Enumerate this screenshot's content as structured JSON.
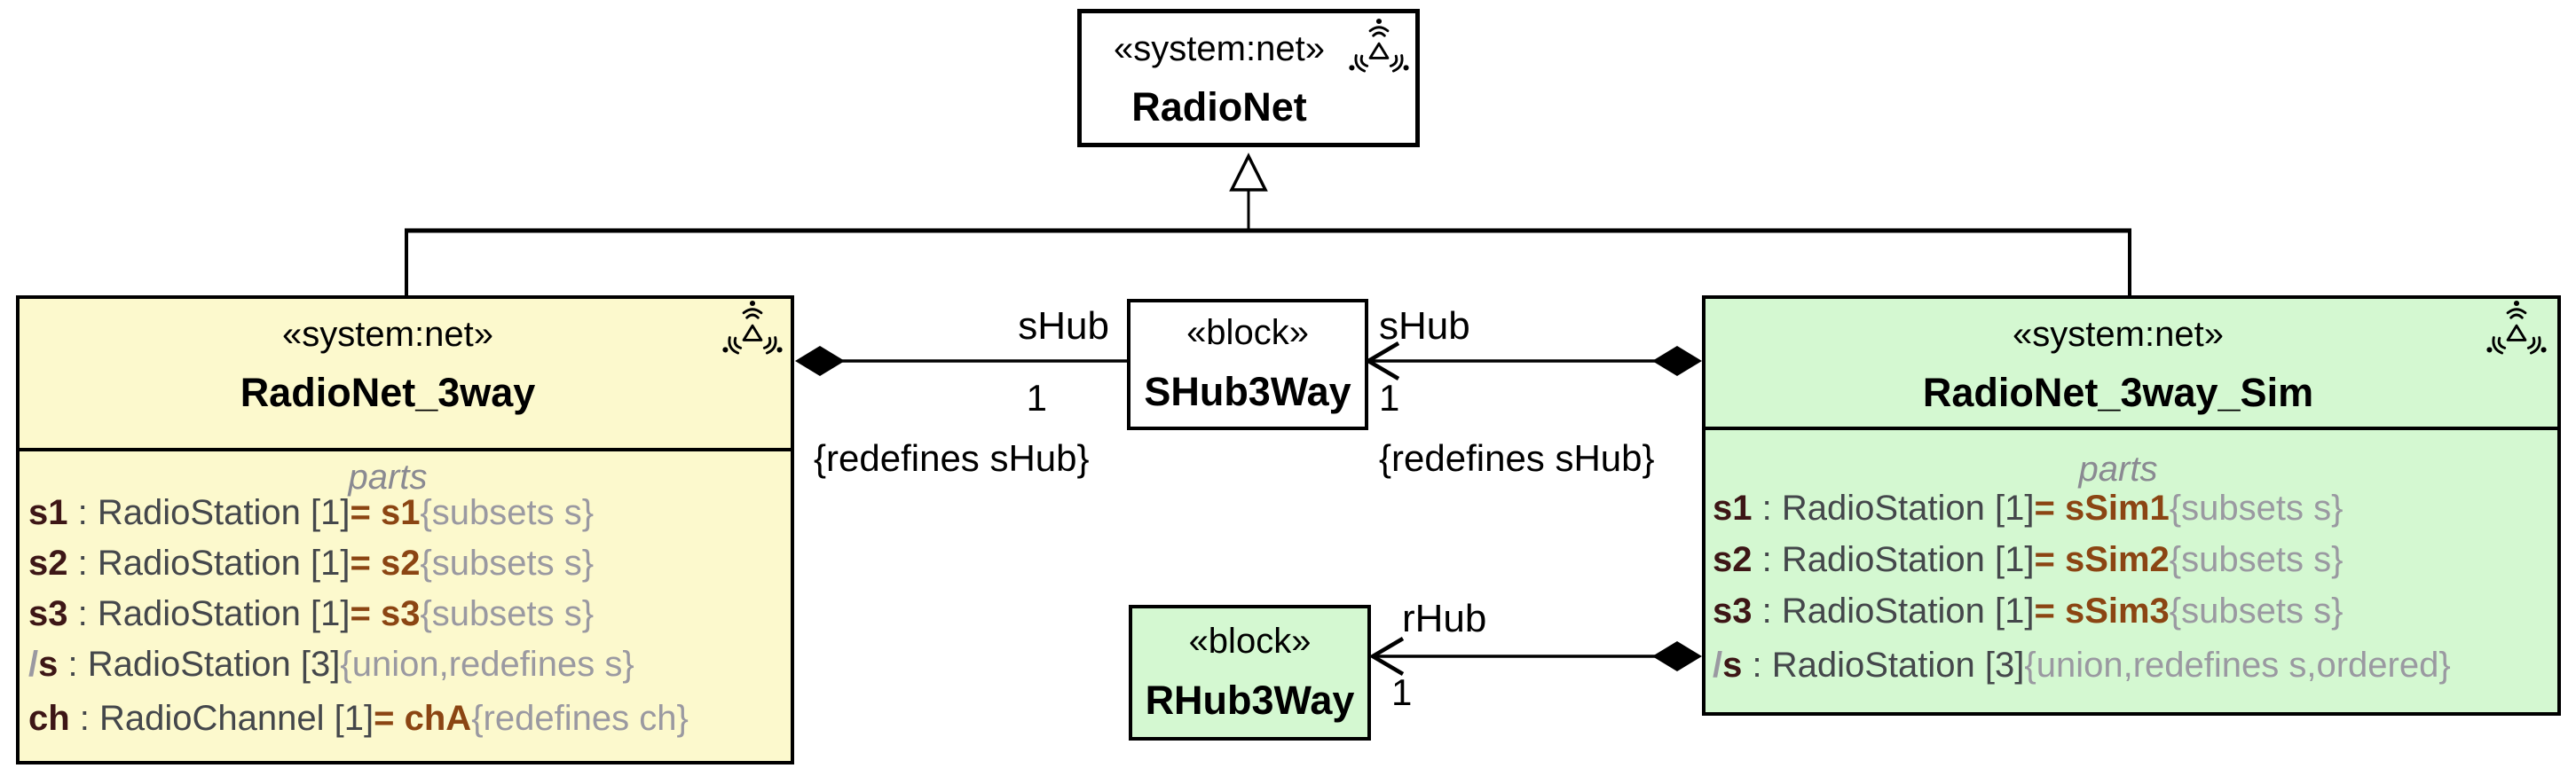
{
  "colors": {
    "yellow_fill": "#FCF9CD",
    "green_fill": "#D4F8D1",
    "default_value_brown": "#8B4513",
    "part_name_maroon": "#3D1616",
    "type_text_gray": "#44474B",
    "constraint_gray": "#9A99A1",
    "parts_label_gray": "#8A8A92",
    "line_black": "#000000"
  },
  "radionet": {
    "stereotype": "«system:net»",
    "name": "RadioNet"
  },
  "shub": {
    "stereotype": "«block»",
    "name": "SHub3Way"
  },
  "rhub": {
    "stereotype": "«block»",
    "name": "RHub3Way"
  },
  "left_block": {
    "stereotype": "«system:net»",
    "name": "RadioNet_3way",
    "compartment_label": "parts",
    "parts": [
      {
        "prefix": "",
        "name": "s1",
        "type": " : RadioStation [1]",
        "default": "= s1",
        "constraint": "{subsets s}"
      },
      {
        "prefix": "",
        "name": "s2",
        "type": " : RadioStation [1]",
        "default": "= s2",
        "constraint": "{subsets s}"
      },
      {
        "prefix": "",
        "name": "s3",
        "type": " : RadioStation [1]",
        "default": "= s3",
        "constraint": "{subsets s}"
      },
      {
        "prefix": "/",
        "name": "s",
        "type": " : RadioStation [3]",
        "default": "",
        "constraint": "{union,redefines s}"
      },
      {
        "prefix": "",
        "name": "ch",
        "type": " : RadioChannel [1]",
        "default": "= chA",
        "constraint": "{redefines ch}"
      }
    ]
  },
  "right_block": {
    "stereotype": "«system:net»",
    "name": "RadioNet_3way_Sim",
    "compartment_label": "parts",
    "parts": [
      {
        "prefix": "",
        "name": "s1",
        "type": " : RadioStation [1]",
        "default": "= sSim1",
        "constraint": "{subsets s}"
      },
      {
        "prefix": "",
        "name": "s2",
        "type": " : RadioStation [1]",
        "default": "= sSim2",
        "constraint": "{subsets s}"
      },
      {
        "prefix": "",
        "name": "s3",
        "type": " : RadioStation [1]",
        "default": "= sSim3",
        "constraint": "{subsets s}"
      },
      {
        "prefix": "/",
        "name": "s",
        "type": " : RadioStation [3]",
        "default": "",
        "constraint": "{union,redefines s,ordered}"
      }
    ]
  },
  "edges": {
    "left_assoc": {
      "role": "sHub",
      "multiplicity": "1",
      "constraint": "{redefines sHub}"
    },
    "right_assoc": {
      "role": "sHub",
      "multiplicity": "1",
      "constraint": "{redefines sHub}"
    },
    "rhub_assoc": {
      "role": "rHub",
      "multiplicity": "1"
    }
  }
}
